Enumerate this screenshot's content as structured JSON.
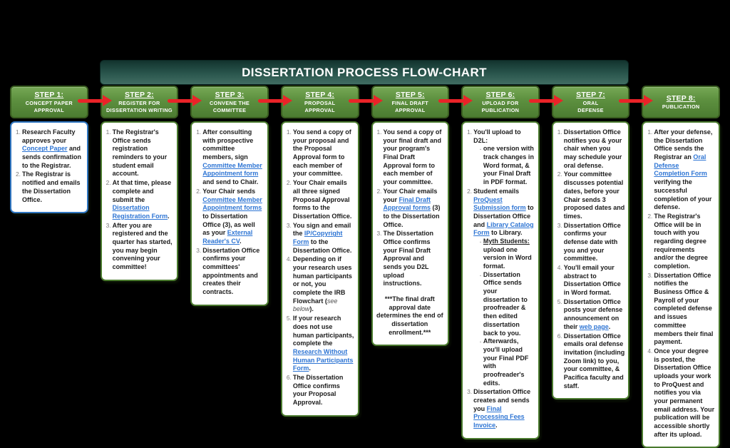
{
  "title": "DISSERTATION PROCESS FLOW-CHART",
  "colors": {
    "background": "#000000",
    "banner_teal_top": "#12332e",
    "banner_teal_bottom": "#416d62",
    "header_green": "#5e9140",
    "header_border": "#3a5e20",
    "arrow_red": "#ea2328",
    "link_blue": "#2e75d4",
    "step1_body_border": "#2e74c0",
    "body_border_green": "#4a7a2e",
    "text": "#1c1c1c"
  },
  "steps": [
    {
      "title": "STEP 1:",
      "subtitle": "CONCEPT PAPER\nAPPROVAL",
      "body_border": "#2e74c0",
      "items": [
        {
          "segs": [
            {
              "t": " Research Faculty approves your "
            },
            {
              "t": "Concept Paper",
              "s": "link"
            },
            {
              "t": " and sends confirmation to the Registrar."
            }
          ]
        },
        {
          "segs": [
            {
              "t": "The Registrar is notified and emails the Dissertation Office."
            }
          ]
        }
      ]
    },
    {
      "title": "STEP 2:",
      "subtitle": "REGISTER FOR\nDISSERTATION WRITING",
      "body_border": "#4a7a2e",
      "items": [
        {
          "segs": [
            {
              "t": "The Registrar's Office sends registration reminders to your student email account."
            }
          ]
        },
        {
          "segs": [
            {
              "t": "At that time, please complete and submit the "
            },
            {
              "t": "Dissertation Registration Form",
              "s": "link"
            },
            {
              "t": "."
            }
          ]
        },
        {
          "segs": [
            {
              "t": "After you are registered and the quarter has started, you may begin convening your committee!"
            }
          ]
        }
      ]
    },
    {
      "title": "STEP 3:",
      "subtitle": "CONVENE THE\nCOMMITTEE",
      "body_border": "#4a7a2e",
      "items": [
        {
          "segs": [
            {
              "t": "After consulting with prospective committee members, sign "
            },
            {
              "t": "Committee Member Appointment form",
              "s": "link"
            },
            {
              "t": " and send to Chair."
            }
          ]
        },
        {
          "segs": [
            {
              "t": "Your Chair sends "
            },
            {
              "t": "Committee Member Appointment forms",
              "s": "link"
            },
            {
              "t": " to Dissertation Office (3), as well as your "
            },
            {
              "t": "External Reader's CV",
              "s": "link"
            },
            {
              "t": "."
            }
          ]
        },
        {
          "segs": [
            {
              "t": "Dissertation Office confirms your committees' appointments and creates their contracts."
            }
          ]
        }
      ]
    },
    {
      "title": "STEP 4:",
      "subtitle": "PROPOSAL\nAPPROVAL",
      "body_border": "#4a7a2e",
      "items": [
        {
          "segs": [
            {
              "t": " You send a copy of your proposal and the Proposal Approval form to each member of your committee."
            }
          ]
        },
        {
          "segs": [
            {
              "t": "Your Chair emails all three signed Proposal Approval forms to the Dissertation Office."
            }
          ]
        },
        {
          "segs": [
            {
              "t": "You sign and email the "
            },
            {
              "t": "IP/Copyright Form",
              "s": "link"
            },
            {
              "t": " to the Dissertation Office."
            }
          ]
        },
        {
          "segs": [
            {
              "t": "Depending on if your research uses human participants or not, you complete the IRB Flowchart ("
            },
            {
              "t": "see below",
              "s": "it"
            },
            {
              "t": ")."
            }
          ]
        },
        {
          "segs": [
            {
              "t": "If your research does not use human participants, complete the "
            },
            {
              "t": "Research Without Human Participants Form",
              "s": "link"
            },
            {
              "t": "."
            }
          ]
        },
        {
          "segs": [
            {
              "t": "The Dissertation Office confirms your Proposal Approval."
            }
          ]
        }
      ]
    },
    {
      "title": "STEP 5:",
      "subtitle": "FINAL DRAFT\nAPPROVAL",
      "body_border": "#4a7a2e",
      "items": [
        {
          "segs": [
            {
              "t": "You send a copy of your final draft and your program's Final Draft Approval form to each member of your committee."
            }
          ]
        },
        {
          "segs": [
            {
              "t": "Your Chair emails your "
            },
            {
              "t": "Final Draft Approval forms",
              "s": "link"
            },
            {
              "t": " (3) to the Dissertation Office."
            }
          ]
        },
        {
          "segs": [
            {
              "t": "The Dissertation Office confirms your Final Draft Approval and sends you D2L upload instructions."
            }
          ]
        }
      ],
      "footnote": "***The final draft approval date determines the end of dissertation enrollment.***"
    },
    {
      "title": "STEP 6:",
      "subtitle": "UPLOAD FOR\nPUBLICATION",
      "body_border": "#4a7a2e",
      "items": [
        {
          "segs": [
            {
              "t": "You'll upload to D2L:"
            }
          ],
          "subs": [
            [
              {
                "t": "one version with track changes in Word format, & your Final Draft in PDF format."
              }
            ]
          ]
        },
        {
          "segs": [
            {
              "t": "Student emails "
            },
            {
              "t": "ProQuest Submission form",
              "s": "link"
            },
            {
              "t": " to Dissertation Office and "
            },
            {
              "t": "Library Catalog Form",
              "s": "link"
            },
            {
              "t": " to Library."
            }
          ],
          "subs": [
            [
              {
                "t": "Myth Students:",
                "s": "bu"
              },
              {
                "t": " upload one version in Word format."
              }
            ],
            [
              {
                "t": "Dissertation Office sends your dissertation to proofreader & then edited dissertation back to you."
              }
            ],
            [
              {
                "t": "Afterwards, you'll upload your Final PDF with proofreader's edits."
              }
            ]
          ]
        },
        {
          "segs": [
            {
              "t": "Dissertation Office creates and sends you "
            },
            {
              "t": "Final Processing Fees Invoice",
              "s": "link"
            },
            {
              "t": "."
            }
          ]
        }
      ]
    },
    {
      "title": "STEP 7:",
      "subtitle": "ORAL\nDEFENSE",
      "body_border": "#4a7a2e",
      "items": [
        {
          "segs": [
            {
              "t": "Dissertation Office notifies you & your chair when you may schedule your oral defense."
            }
          ]
        },
        {
          "segs": [
            {
              "t": "Your committee discusses potential dates, before your Chair sends 3 proposed dates and times."
            }
          ]
        },
        {
          "segs": [
            {
              "t": "Dissertation Office confirms your defense date with you and your committee."
            }
          ]
        },
        {
          "segs": [
            {
              "t": "You'll email your abstract to Dissertation Office in Word format."
            }
          ]
        },
        {
          "segs": [
            {
              "t": "Dissertation Office posts your defense announcement on their "
            },
            {
              "t": "web page",
              "s": "link"
            },
            {
              "t": "."
            }
          ]
        },
        {
          "segs": [
            {
              "t": "Dissertation Office emails oral defense invitation (including Zoom link) to you, your committee, & Pacifica faculty and staff."
            }
          ]
        }
      ]
    },
    {
      "title": "STEP 8:",
      "subtitle": "PUBLICATION",
      "body_border": "#4a7a2e",
      "items": [
        {
          "segs": [
            {
              "t": "After your defense, the Dissertation Office sends the Registrar an "
            },
            {
              "t": "Oral Defense Completion Form",
              "s": "link"
            },
            {
              "t": " verifying the successful completion of your defense."
            }
          ]
        },
        {
          "segs": [
            {
              "t": "The Registrar's Office will be in touch with you regarding degree requirements and/or the degree completion."
            }
          ]
        },
        {
          "segs": [
            {
              "t": "Dissertation Office notifies the Business Office & Payroll of your completed defense and issues committee members their final payment."
            }
          ]
        },
        {
          "segs": [
            {
              "t": "Once your degree is posted, the Dissertation Office uploads your work to ProQuest and notifies you via your permanent email address. Your publication will be accessible shortly after its upload."
            }
          ]
        }
      ]
    }
  ]
}
